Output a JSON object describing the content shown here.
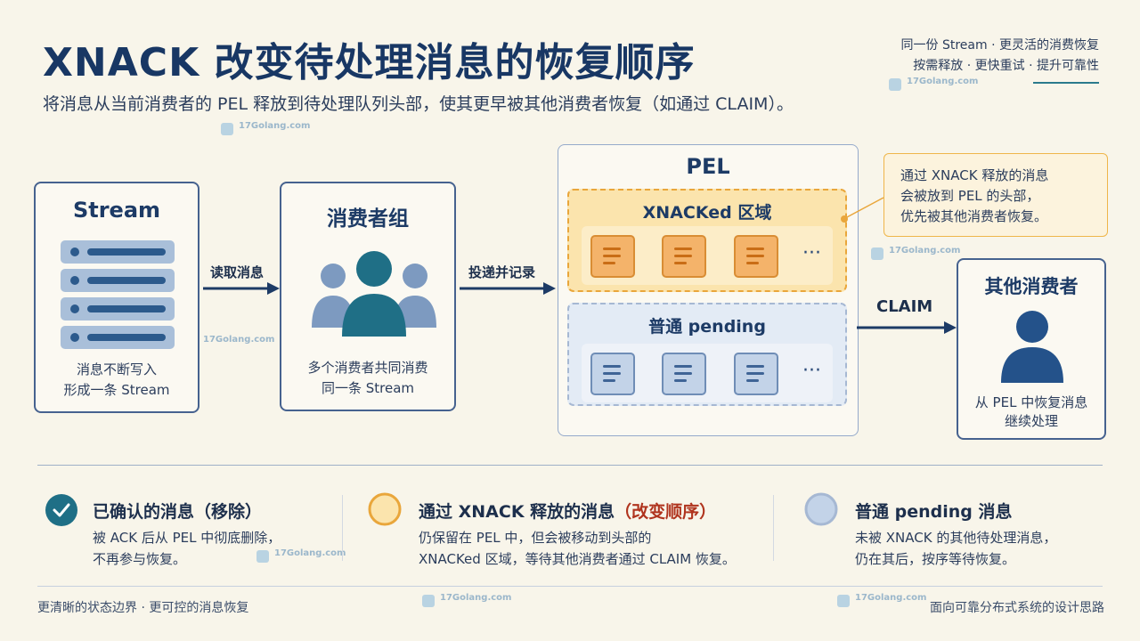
{
  "title": "XNACK 改变待处理消息的恢复顺序",
  "subtitle": "将消息从当前消费者的 PEL 释放到待处理队列头部，使其更早被其他消费者恢复（如通过 CLAIM）。",
  "top_right": {
    "line1": "同一份 Stream · 更灵活的消费恢复",
    "line2": "按需释放 · 更快重试 · 提升可靠性"
  },
  "watermark": "17Golang.com",
  "stream_card": {
    "title": "Stream",
    "caption_line1": "消息不断写入",
    "caption_line2": "形成一条 Stream"
  },
  "arrow1_label": "读取消息",
  "consumer_group_card": {
    "title": "消费者组",
    "caption_line1": "多个消费者共同消费",
    "caption_line2": "同一条 Stream"
  },
  "arrow2_label": "投递并记录",
  "pel": {
    "title": "PEL",
    "xnacked_zone_title": "XNACKed 区域",
    "pending_zone_title": "普通 pending",
    "ellipsis": "···"
  },
  "callout": {
    "line1": "通过 XNACK 释放的消息",
    "line2": "会被放到 PEL 的头部，",
    "line3": "优先被其他消费者恢复。"
  },
  "claim_label": "CLAIM",
  "other_consumer_card": {
    "title": "其他消费者",
    "caption_line1": "从 PEL 中恢复消息",
    "caption_line2": "继续处理"
  },
  "legend": [
    {
      "title": "已确认的消息（移除）",
      "desc_line1": "被 ACK 后从 PEL 中彻底删除，",
      "desc_line2": "不再参与恢复。"
    },
    {
      "title": "通过 XNACK 释放的消息",
      "title_highlight": "（改变顺序）",
      "desc_line1": "仍保留在 PEL 中，但会被移动到头部的",
      "desc_line2": "XNACKed 区域，等待其他消费者通过 CLAIM 恢复。"
    },
    {
      "title": "普通 pending 消息",
      "desc_line1": "未被 XNACK 的其他待处理消息，",
      "desc_line2": "仍在其后，按序等待恢复。"
    }
  ],
  "footer_left": "更清晰的状态边界 · 更可控的消息恢复",
  "footer_right": "面向可靠分布式系统的设计思路",
  "colors": {
    "title": "#183764",
    "accent_teal": "#1f6f86",
    "xnack_orange": "#e9a63b",
    "pending_blue": "#a6b8d3",
    "highlight_red": "#b0341e"
  }
}
